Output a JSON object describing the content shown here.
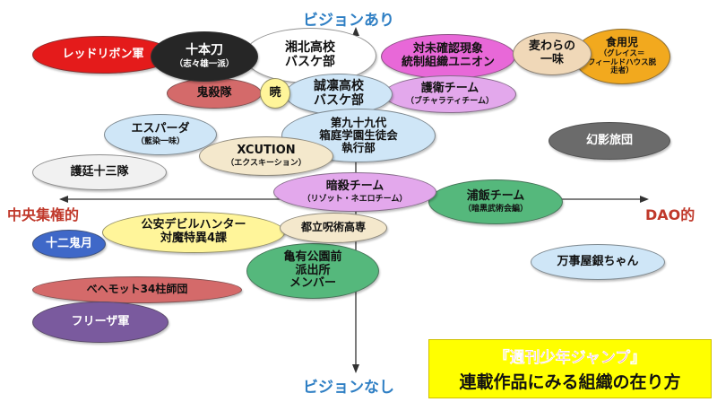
{
  "axis_labels": {
    "top": "ビジョンあり",
    "bottom": "ビジョンなし",
    "left": "中央集権的",
    "right": "DAO的"
  },
  "title": {
    "line1": "『週刊少年ジャンプ』",
    "line2": "連載作品にみる組織の在り方"
  },
  "colors": {
    "axis_text": "#2f7fc4",
    "side_text": "#c0392b",
    "title_bg": "#ffff00",
    "title_pink": "#d8336b"
  },
  "nodes": [
    {
      "id": "red-ribbon",
      "name": "レッドリボン軍",
      "sub": "",
      "color": "#e41b1b",
      "text_color": "#ffffff"
    },
    {
      "id": "juponkatana",
      "name": "十本刀",
      "sub": "（志々雄一派）",
      "color": "#262626",
      "text_color": "#ffffff"
    },
    {
      "id": "shohoku",
      "name": "湘北高校\nバスケ部",
      "sub": "",
      "color": "#ffffff",
      "text_color": "#111111"
    },
    {
      "id": "taimi",
      "name": "対未確認現象\n統制組織ユニオン",
      "sub": "",
      "color": "#e868d8",
      "text_color": "#111111"
    },
    {
      "id": "mugiwara",
      "name": "麦わらの\n一味",
      "sub": "",
      "color": "#f0d8b8",
      "text_color": "#111111"
    },
    {
      "id": "shokugeki",
      "name": "食用児",
      "sub": "（グレイス＝\nフィールドハウス脱\n走者）",
      "color": "#f2a91e",
      "text_color": "#111111"
    },
    {
      "id": "kisatsutai",
      "name": "鬼殺隊",
      "sub": "",
      "color": "#d46a6a",
      "text_color": "#111111"
    },
    {
      "id": "akatsuki",
      "name": "暁",
      "sub": "",
      "color": "#fff59a",
      "text_color": "#111111"
    },
    {
      "id": "seirin",
      "name": "誠凛高校\nバスケ部",
      "sub": "",
      "color": "#cfe6f7",
      "text_color": "#111111"
    },
    {
      "id": "goei",
      "name": "護衛チーム",
      "sub": "（ブチャラティチーム）",
      "color": "#e3a8ec",
      "text_color": "#111111"
    },
    {
      "id": "espada",
      "name": "エスパーダ",
      "sub": "（藍染一味）",
      "color": "#cfe6f7",
      "text_color": "#111111"
    },
    {
      "id": "dai99",
      "name": "第九十九代\n箱庭学園生徒会\n執行部",
      "sub": "",
      "color": "#cfe6f7",
      "text_color": "#111111"
    },
    {
      "id": "genei",
      "name": "幻影旅団",
      "sub": "",
      "color": "#6b6b6b",
      "text_color": "#ffffff"
    },
    {
      "id": "xcution",
      "name": "XCUTION",
      "sub": "（エクスキーション）",
      "color": "#f4e8cc",
      "text_color": "#111111"
    },
    {
      "id": "gotei",
      "name": "護廷十三隊",
      "sub": "",
      "color": "#f1f1f1",
      "text_color": "#111111"
    },
    {
      "id": "ansatsu",
      "name": "暗殺チーム",
      "sub": "（リゾット・ネエロチーム）",
      "color": "#e3a8ec",
      "text_color": "#111111"
    },
    {
      "id": "urameshi",
      "name": "浦飯チーム",
      "sub": "（暗黒武術会編）",
      "color": "#55b87c",
      "text_color": "#111111"
    },
    {
      "id": "koan",
      "name": "公安デビルハンター\n対魔特異4課",
      "sub": "",
      "color": "#fff59a",
      "text_color": "#111111"
    },
    {
      "id": "jujutsu",
      "name": "都立呪術高専",
      "sub": "",
      "color": "#f4e8cc",
      "text_color": "#111111"
    },
    {
      "id": "junikizuki",
      "name": "十二鬼月",
      "sub": "",
      "color": "#3f68c8",
      "text_color": "#ffffff"
    },
    {
      "id": "kameari",
      "name": "亀有公園前\n派出所\nメンバー",
      "sub": "",
      "color": "#55b87c",
      "text_color": "#111111"
    },
    {
      "id": "yorozuya",
      "name": "万事屋銀ちゃん",
      "sub": "",
      "color": "#cfe6f7",
      "text_color": "#111111"
    },
    {
      "id": "behemoth",
      "name": "べヘモット34柱師団",
      "sub": "",
      "color": "#d46a6a",
      "text_color": "#111111"
    },
    {
      "id": "freeza",
      "name": "フリーザ軍",
      "sub": "",
      "color": "#7a5a9e",
      "text_color": "#ffffff"
    }
  ]
}
